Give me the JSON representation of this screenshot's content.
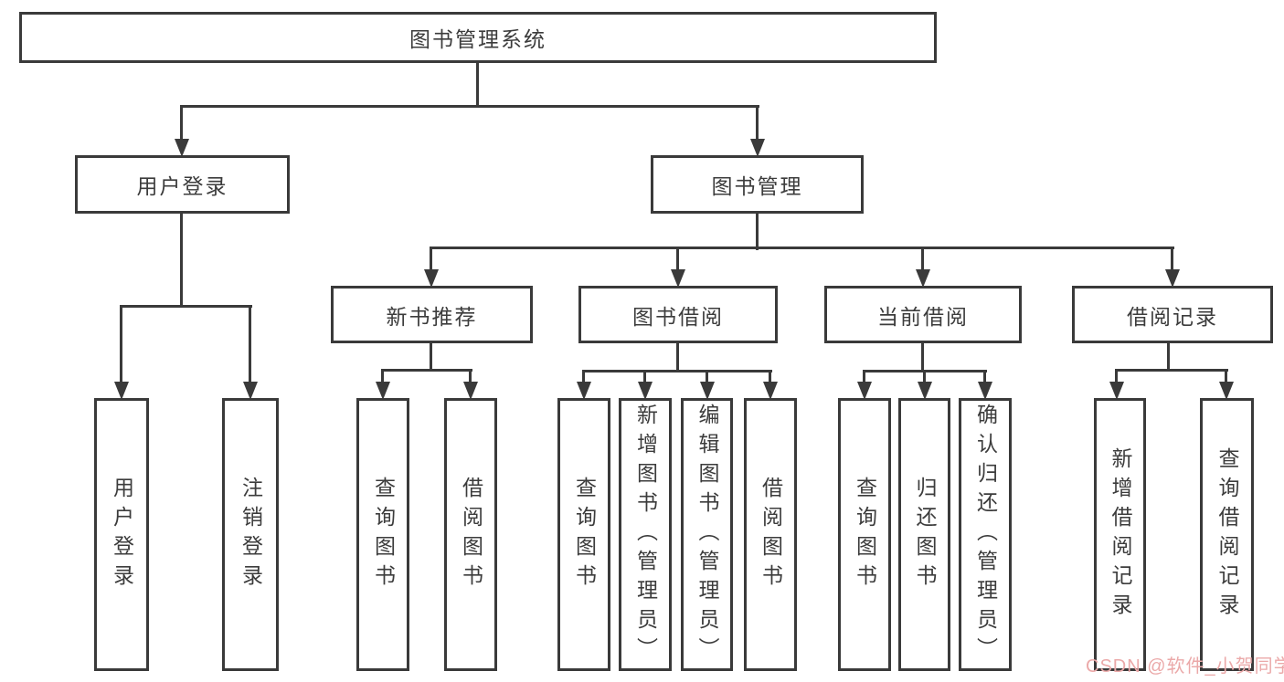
{
  "diagram_title": "图书管理系统",
  "nodes": {
    "root": "图书管理系统",
    "user_login": "用户登录",
    "book_mgmt": "图书管理",
    "new_book_rec": "新书推荐",
    "book_borrow": "图书借阅",
    "current_borrow": "当前借阅",
    "borrow_records": "借阅记录",
    "login_leaf": "用户登录",
    "logout_leaf": "注销登录",
    "nbr_query": "查询图书",
    "nbr_borrow": "借阅图书",
    "bb_query": "查询图书",
    "bb_add": "新增图书（管理员）",
    "bb_edit": "编辑图书（管理员）",
    "bb_borrow": "借阅图书",
    "cb_query": "查询图书",
    "cb_return": "归还图书",
    "cb_confirm": "确认归还（管理员）",
    "br_add": "新增借阅记录",
    "br_query": "查询借阅记录"
  },
  "hierarchy": {
    "root": "图书管理系统",
    "children": [
      {
        "label": "用户登录",
        "children": [
          "用户登录",
          "注销登录"
        ]
      },
      {
        "label": "图书管理",
        "children": [
          {
            "label": "新书推荐",
            "children": [
              "查询图书",
              "借阅图书"
            ]
          },
          {
            "label": "图书借阅",
            "children": [
              "查询图书",
              "新增图书（管理员）",
              "编辑图书（管理员）",
              "借阅图书"
            ]
          },
          {
            "label": "当前借阅",
            "children": [
              "查询图书",
              "归还图书",
              "确认归还（管理员）"
            ]
          },
          {
            "label": "借阅记录",
            "children": [
              "新增借阅记录",
              "查询借阅记录"
            ]
          }
        ]
      }
    ]
  },
  "watermark": "CSDN @软件_小贺同学",
  "colors": {
    "line": "#3a3a3a",
    "text": "#3c3c3c",
    "watermark": "#eba9a9",
    "background": "#ffffff"
  }
}
